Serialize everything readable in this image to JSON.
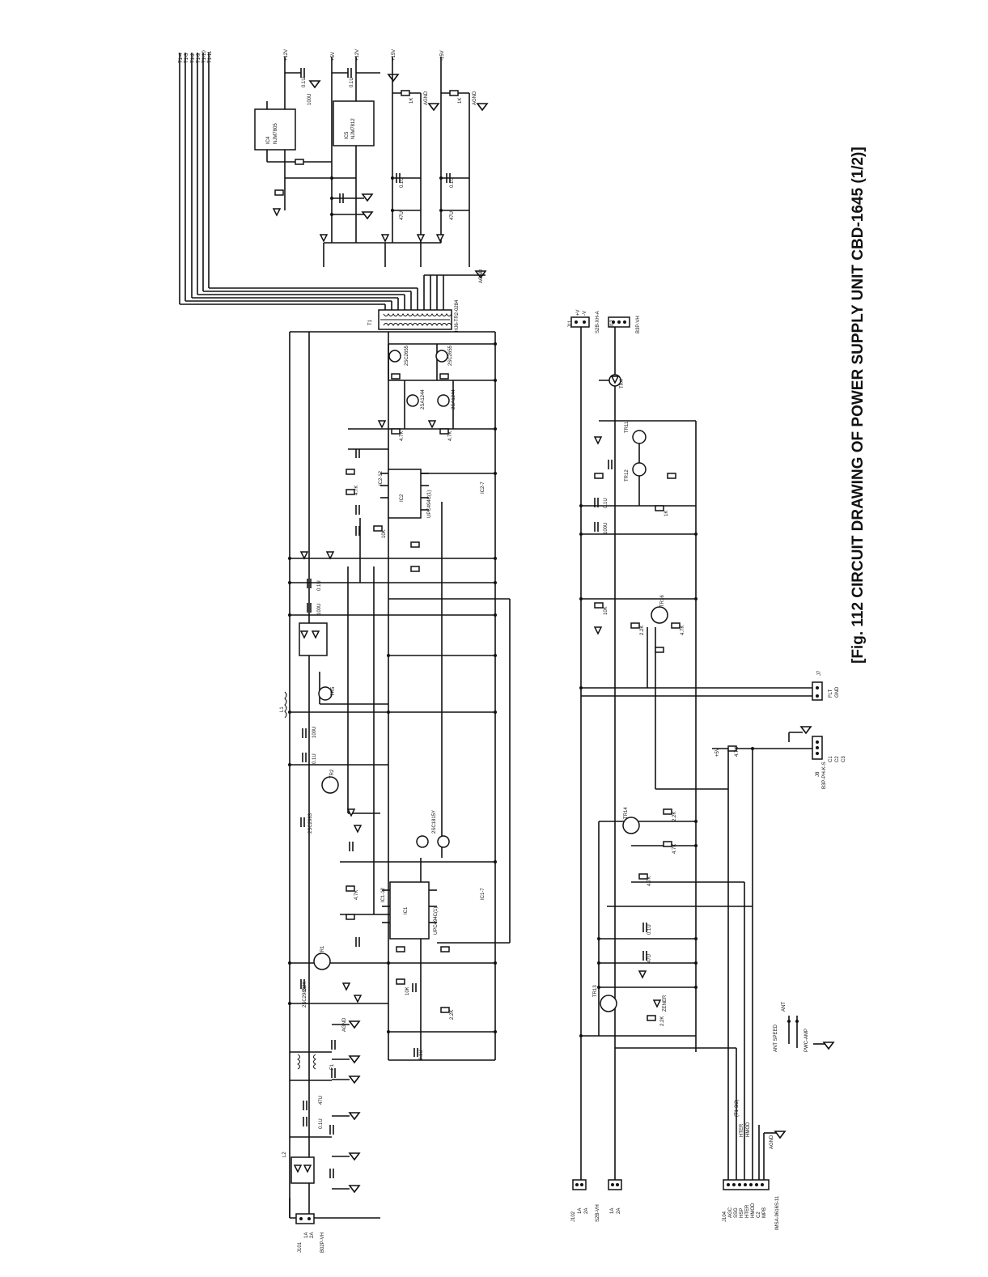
{
  "figure": {
    "caption": "[Fig. 112   CIRCUIT DRAWING OF POWER SUPPLY UNIT CBD-1645 (1/2)]"
  },
  "rails": [
    "+12V",
    "+5V",
    "+12V",
    "+15V",
    "-15V"
  ],
  "transformer_taps": [
    "T1-4",
    "T1-3",
    "T1-2",
    "T1-9",
    "T1-10",
    "T1-11"
  ],
  "parts": {
    "transformer": "T1",
    "transformer_part": "HJ6-TR2-0284",
    "ic1": "IC1",
    "ic1_part": "UPC494C(1)",
    "ic1_tag": "IC1-12",
    "ic2": "IC2",
    "ic2_part": "UPC494C(1)",
    "ic2_tag": "IC2-12",
    "ic_b": "IC1-7",
    "ic_c": "IC2-7",
    "ic_reg1": "IC4",
    "ic_reg1_part": "NJM7805",
    "ic_reg2": "IC5",
    "ic_reg2_part": "NJM7812",
    "tr1": "TR1",
    "tr2": "TR2",
    "tr4": "TR4",
    "tr5": "TR5",
    "tr11": "TR11",
    "tr12": "TR12",
    "tr13": "TR13",
    "tr14": "TR14",
    "tr16": "TR16",
    "tr_part_a": "2SC2983",
    "tr_part_b": "2SA1244",
    "tr_part_c": "2SC2655",
    "tr_part_d": "2SC1815Y",
    "l1": "L1",
    "l2": "L2",
    "f1": "F1",
    "d_zener": "ZENER",
    "agnd": "AGND",
    "cap_100u": "100U",
    "cap_01u": "0.1U",
    "cap_47u": "47U",
    "res_47k": "4.7K",
    "res_1k": "1K",
    "res_22k": "2.2K",
    "res_10k": "10K"
  },
  "connectors": {
    "j101": "J101",
    "j101_pins": [
      "1A",
      "2A"
    ],
    "j101_part": "B02P-VH",
    "j102": "J102",
    "j102_pins": [
      "1A",
      "2A",
      "1A",
      "2A"
    ],
    "j102_part": "S2B-VH",
    "j104": "J104",
    "j104_pins": [
      "AGC",
      "SSG",
      "HSP",
      "HTER",
      "HMOD",
      "C2",
      "MPB"
    ],
    "j104_part": "IMSA-9616S-11",
    "j11": "J11",
    "j11_pins": [
      "+V",
      "-V"
    ],
    "j11_part": "S2B-XH-A",
    "j12": "J12",
    "j12_part": "B3P-VH",
    "j7": "J7",
    "j7_pins": [
      "FLT",
      "GND"
    ],
    "j8": "J8",
    "j8_pins": [
      "C1",
      "C2",
      "C3"
    ],
    "j8_part": "B3P-PH-K-S",
    "ant_label": "ANT SPEED",
    "agc_label": "AGC",
    "ant_pin": "ANT",
    "mon_labels": [
      "HTER",
      "HMOD"
    ],
    "mon_note": "(T1-3/2)",
    "pwr_label": "PWC-AMP"
  }
}
